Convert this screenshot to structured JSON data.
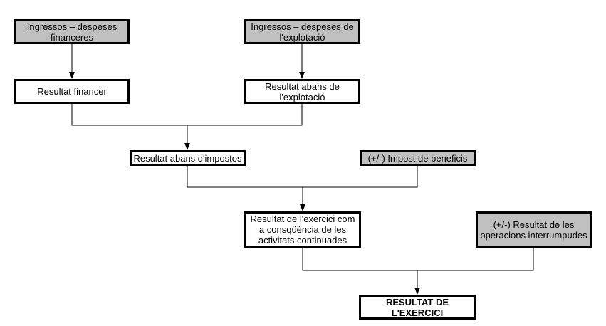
{
  "diagram": {
    "type": "flowchart",
    "language": "ca",
    "background": "#ffffff",
    "colors": {
      "input_node_fill": "#c0c0c0",
      "result_node_fill": "#ffffff",
      "border": "#000000",
      "connector_line": "#000000"
    },
    "nodes": {
      "ingressos_despeses_financeres": {
        "label": "Ingressos – despeses\nfinanceres",
        "style": "gray"
      },
      "ingressos_despeses_explotacio": {
        "label": "Ingressos – despeses de\nl'explotació",
        "style": "gray"
      },
      "resultat_financer": {
        "label": "Resultat financer",
        "style": "white"
      },
      "resultat_abans_explotacio": {
        "label": "Resultat abans de\nl'explotació",
        "style": "white"
      },
      "resultat_abans_impostos": {
        "label": "Resultat abans d'impostos",
        "style": "white"
      },
      "impost_beneficis": {
        "label": "(+/-) Impost de beneficis",
        "style": "gray"
      },
      "resultat_activitats_continuades": {
        "label": "Resultat de l'exercici com\na consqüència de les\nactivitats continuades",
        "style": "white"
      },
      "resultat_operacions_interrumpudes": {
        "label": "(+/-) Resultat de les\noperacions interrumpudes",
        "style": "gray"
      },
      "resultat_exercici": {
        "label": "RESULTAT DE\nL'EXERCICI",
        "style": "white-bold"
      }
    },
    "edges": [
      {
        "from": [
          "ingressos_despeses_financeres"
        ],
        "to": "resultat_financer"
      },
      {
        "from": [
          "ingressos_despeses_explotacio"
        ],
        "to": "resultat_abans_explotacio"
      },
      {
        "from": [
          "resultat_financer",
          "resultat_abans_explotacio"
        ],
        "to": "resultat_abans_impostos"
      },
      {
        "from": [
          "resultat_abans_impostos",
          "impost_beneficis"
        ],
        "to": "resultat_activitats_continuades"
      },
      {
        "from": [
          "resultat_activitats_continuades",
          "resultat_operacions_interrumpudes"
        ],
        "to": "resultat_exercici"
      }
    ]
  }
}
